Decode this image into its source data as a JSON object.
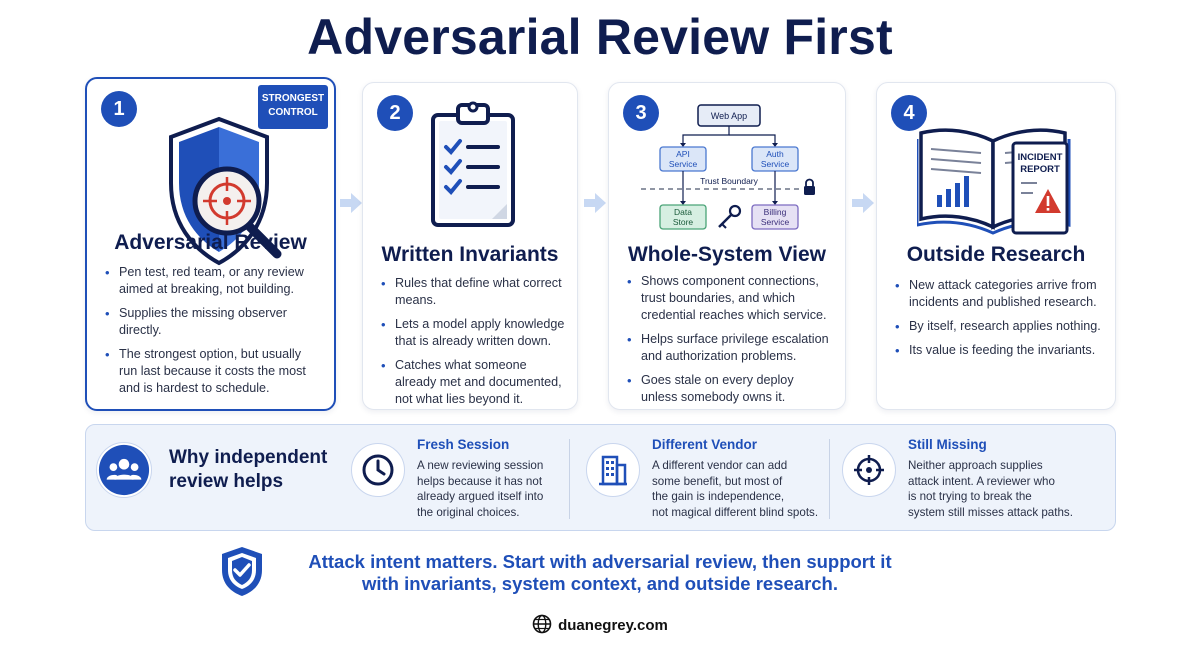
{
  "title": "Adversarial Review First",
  "colors": {
    "accent": "#1f4fb8",
    "navy": "#0f1d4f",
    "warning": "#d23a2e"
  },
  "cards": [
    {
      "number": "1",
      "badge": [
        "STRONGEST",
        "CONTROL"
      ],
      "heading": "Adversarial Review",
      "icon": "shield-magnifier-icon",
      "bullets": [
        "Pen test, red team, or any review aimed at breaking, not building.",
        "Supplies the missing observer directly.",
        "The strongest option, but usually run last because it costs the most and is hardest to schedule."
      ]
    },
    {
      "number": "2",
      "heading": "Written Invariants",
      "icon": "clipboard-checklist-icon",
      "bullets": [
        "Rules that define what correct means.",
        "Lets a model apply knowledge that is already written down.",
        "Catches what someone already met and documented, not what lies beyond it."
      ]
    },
    {
      "number": "3",
      "heading": "Whole-System View",
      "icon": "system-diagram-icon",
      "diagram": {
        "web_app": "Web App",
        "api_service": [
          "API",
          "Service"
        ],
        "auth_service": [
          "Auth",
          "Service"
        ],
        "trust_boundary": "Trust Boundary",
        "data_store": [
          "Data",
          "Store"
        ],
        "billing_service": [
          "Billing",
          "Service"
        ]
      },
      "bullets": [
        "Shows component connections, trust boundaries, and which credential reaches which service.",
        "Helps surface privilege escalation and authorization problems.",
        "Goes stale on every deploy unless somebody owns it."
      ]
    },
    {
      "number": "4",
      "heading": "Outside Research",
      "icon": "book-incident-report-icon",
      "report_label": [
        "INCIDENT",
        "REPORT"
      ],
      "bullets": [
        "New attack categories arrive from incidents and published research.",
        "By itself, research applies nothing.",
        "Its value is feeding the invariants."
      ]
    }
  ],
  "why": {
    "label": [
      "Why independent",
      "review helps"
    ],
    "sections": [
      {
        "title": "Fresh Session",
        "icon": "clock-icon",
        "lines": [
          "A new reviewing session",
          "helps because it has not",
          "already argued itself into",
          "the original choices."
        ]
      },
      {
        "title": "Different Vendor",
        "icon": "building-icon",
        "lines": [
          "A different vendor can add",
          "some benefit, but most of",
          "the gain is independence,",
          "not magical different blind spots."
        ]
      },
      {
        "title": "Still Missing",
        "icon": "crosshair-icon",
        "lines": [
          "Neither approach supplies",
          "attack intent. A reviewer who",
          "is not trying to break the",
          "system still misses attack paths."
        ]
      }
    ]
  },
  "conclusion": [
    "Attack intent matters. Start with adversarial review, then support it",
    "with invariants, system context, and outside research."
  ],
  "footer": "duanegrey.com"
}
